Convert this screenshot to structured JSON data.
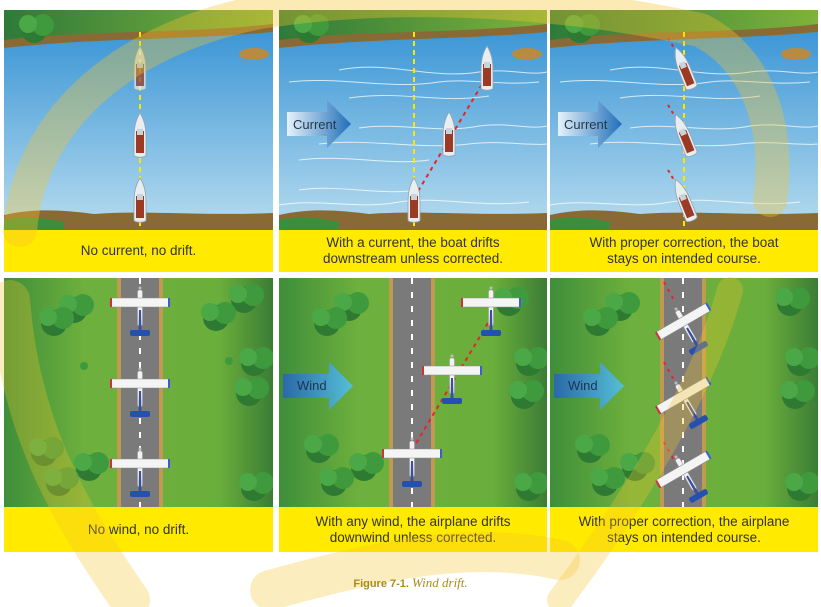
{
  "figure": {
    "label": "Figure 7-1.",
    "title": "Wind drift."
  },
  "colors": {
    "caption_bg": "#ffea00",
    "water": "#3d9bd8",
    "grass": "#5aa53a",
    "runway": "#7a7a7a",
    "course_line": "#ffe600",
    "drift_line": "#e8232a",
    "arrow": "#2b76c0",
    "highlight": "#f6c42c"
  },
  "panels": [
    {
      "id": "boat-no-current",
      "caption": [
        "No current, no drift."
      ],
      "arrow": null
    },
    {
      "id": "boat-current",
      "caption": [
        "With a current, the boat drifts",
        "downstream unless corrected."
      ],
      "arrow": "Current"
    },
    {
      "id": "boat-corrected",
      "caption": [
        "With proper correction, the boat",
        "stays on intended course."
      ],
      "arrow": "Current"
    },
    {
      "id": "plane-no-wind",
      "caption": [
        "No wind, no drift."
      ],
      "arrow": null
    },
    {
      "id": "plane-wind",
      "caption": [
        "With any wind, the airplane drifts",
        "downwind unless corrected."
      ],
      "arrow": "Wind"
    },
    {
      "id": "plane-corrected",
      "caption": [
        "With proper correction, the airplane",
        "stays on intended course."
      ],
      "arrow": "Wind"
    }
  ]
}
